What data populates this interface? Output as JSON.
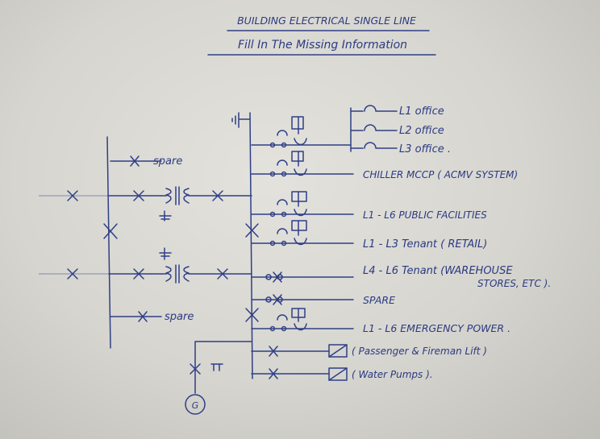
{
  "title": "BUILDING ELECTRICAL SINGLE LINE",
  "subtitle": "Fill In The Missing Information",
  "loads": [
    {
      "id": "l1",
      "label": "L1 office"
    },
    {
      "id": "l2",
      "label": "L2 office"
    },
    {
      "id": "l3",
      "label": "L3 office ."
    },
    {
      "id": "chiller",
      "label": "CHILLER MCCP ( ACMV SYSTEM)"
    },
    {
      "id": "public",
      "label": "L1 - L6  PUBLIC FACILITIES"
    },
    {
      "id": "retail",
      "label": "L1 - L3  Tenant  ( RETAIL)"
    },
    {
      "id": "warehouse",
      "label": "L4 - L6  Tenant  (WAREHOUSE"
    },
    {
      "id": "warehouse2",
      "label": "STORES, ETC )."
    },
    {
      "id": "spare",
      "label": "SPARE"
    },
    {
      "id": "emergency",
      "label": "L1 - L6  EMERGENCY POWER ."
    },
    {
      "id": "lift",
      "label": "( Passenger & Fireman Lift )"
    },
    {
      "id": "pumps",
      "label": "( Water Pumps )."
    }
  ],
  "left_spares": [
    "spare",
    "spare"
  ],
  "generator": "G"
}
